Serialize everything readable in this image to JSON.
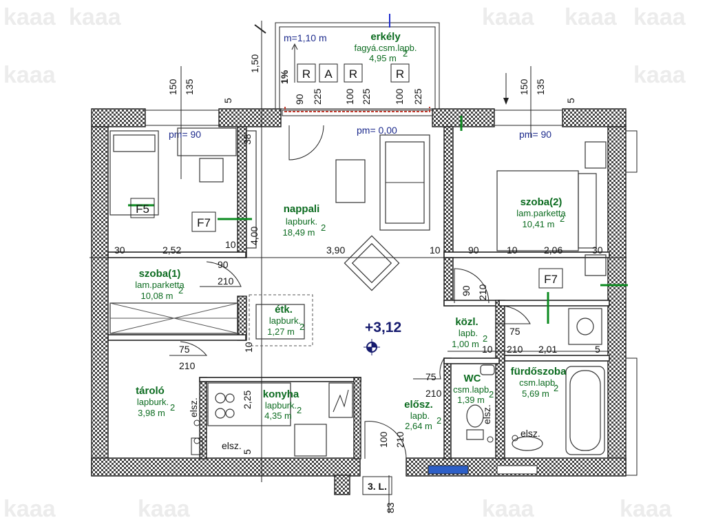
{
  "watermark": "kaaa",
  "level": "+3,12",
  "stair": "3. L.",
  "balcony": {
    "name": "erkély",
    "finish": "fagyá.csm.lapb.",
    "area": "4,95 m",
    "height": "m=1,10 m",
    "slope": "1%",
    "pm": "pm= 0,00"
  },
  "rooms": [
    {
      "id": "nappali",
      "name": "nappali",
      "finish": "lapburk.",
      "area": "18,49 m"
    },
    {
      "id": "szoba1",
      "name": "szoba(1)",
      "finish": "lam.parketta",
      "area": "10,08 m"
    },
    {
      "id": "szoba2",
      "name": "szoba(2)",
      "finish": "lam.parketta",
      "area": "10,41 m"
    },
    {
      "id": "etk",
      "name": "étk.",
      "finish": "lapburk.",
      "area": "1,27 m"
    },
    {
      "id": "kozl",
      "name": "közl.",
      "finish": "lapb.",
      "area": "1,00 m"
    },
    {
      "id": "wc",
      "name": "WC",
      "finish": "csm.lapb.",
      "area": "1,39 m"
    },
    {
      "id": "furdo",
      "name": "fürdőszoba",
      "finish": "csm.lapb.",
      "area": "5,69 m"
    },
    {
      "id": "taroló",
      "name": "tároló",
      "finish": "lapburk.",
      "area": "3,98 m"
    },
    {
      "id": "konyha",
      "name": "konyha",
      "finish": "lapburk.",
      "area": "4,35 m"
    },
    {
      "id": "elosz",
      "name": "elősz.",
      "finish": "lapb.",
      "area": "2,64 m"
    }
  ],
  "boxes": {
    "r1": "R",
    "a": "A",
    "r2": "R",
    "r3": "R",
    "f5": "F5",
    "f7a": "F7",
    "f7b": "F7"
  },
  "pm_left": "pm= 90",
  "pm_right": "pm= 90",
  "elsz": "elsz.",
  "dims": {
    "d150a": "150",
    "d135a": "135",
    "d5a": "5",
    "d150b": "150",
    "d135b": "135",
    "d5b": "5",
    "d150v": "1,50",
    "d90a": "90",
    "d225a": "225",
    "d100a": "100",
    "d225b": "225",
    "d100b": "100",
    "d225c": "225",
    "d38": "38",
    "d400": "4,00",
    "d30a": "30",
    "d252": "2,52",
    "d10a": "10",
    "d390": "3,90",
    "d10b": "10",
    "d90b": "90",
    "d10c": "10",
    "d206": "2,06",
    "d30b": "30",
    "d90c": "90",
    "d210a": "210",
    "d90d": "90",
    "d210b": "210",
    "d75a": "75",
    "d210c": "210",
    "d10d": "10",
    "d75b": "75",
    "d10e": "10",
    "d210d": "210",
    "d201": "2,01",
    "d5c": "5",
    "d75c": "75",
    "d210e": "210",
    "d225d": "2,25",
    "d5d": "5",
    "d100c": "100",
    "d210f": "210",
    "d83": "83"
  }
}
